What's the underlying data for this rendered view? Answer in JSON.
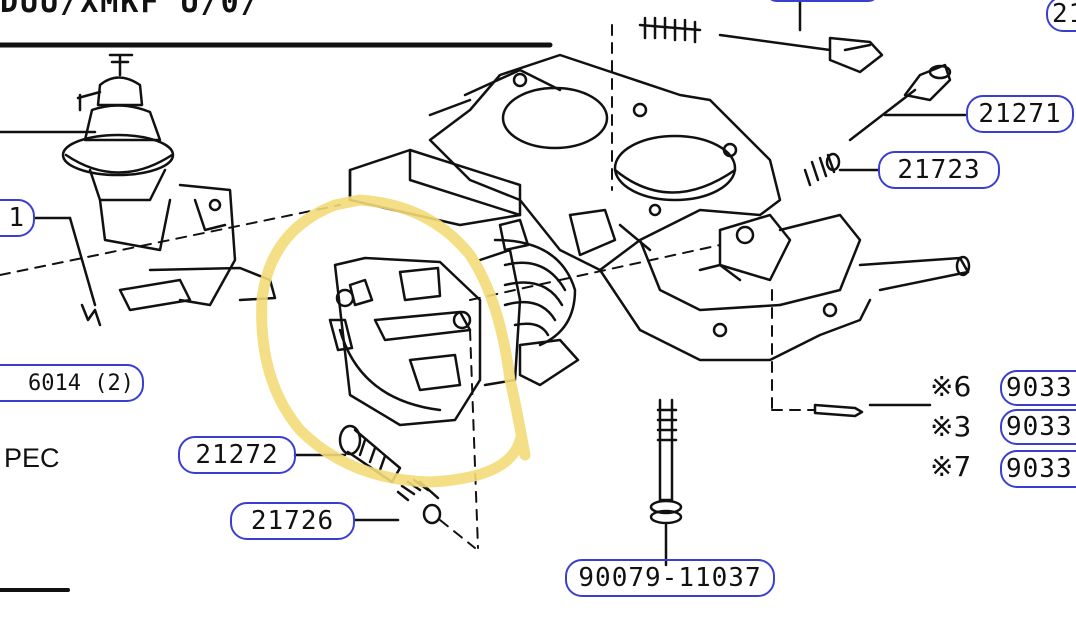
{
  "header_fragment": "DUU/XMKF U/0/",
  "labels": {
    "spec": "PEC",
    "top_right": "21"
  },
  "callouts": {
    "c_21271": "21271",
    "c_21723": "21723",
    "c_21272": "21272",
    "c_21726": "21726",
    "c_6014": "6014 (2)",
    "c_1": "1",
    "c_90079": "90079-11037",
    "c_9033_a": "9033!",
    "c_9033_b": "9033!",
    "c_9033_c": "9033!"
  },
  "notes": {
    "n6": "※6",
    "n3": "※3",
    "n7": "※7"
  },
  "colors": {
    "callout_border": "#3a3fd0",
    "highlight": "#f3dc7a",
    "ink": "#111111"
  }
}
